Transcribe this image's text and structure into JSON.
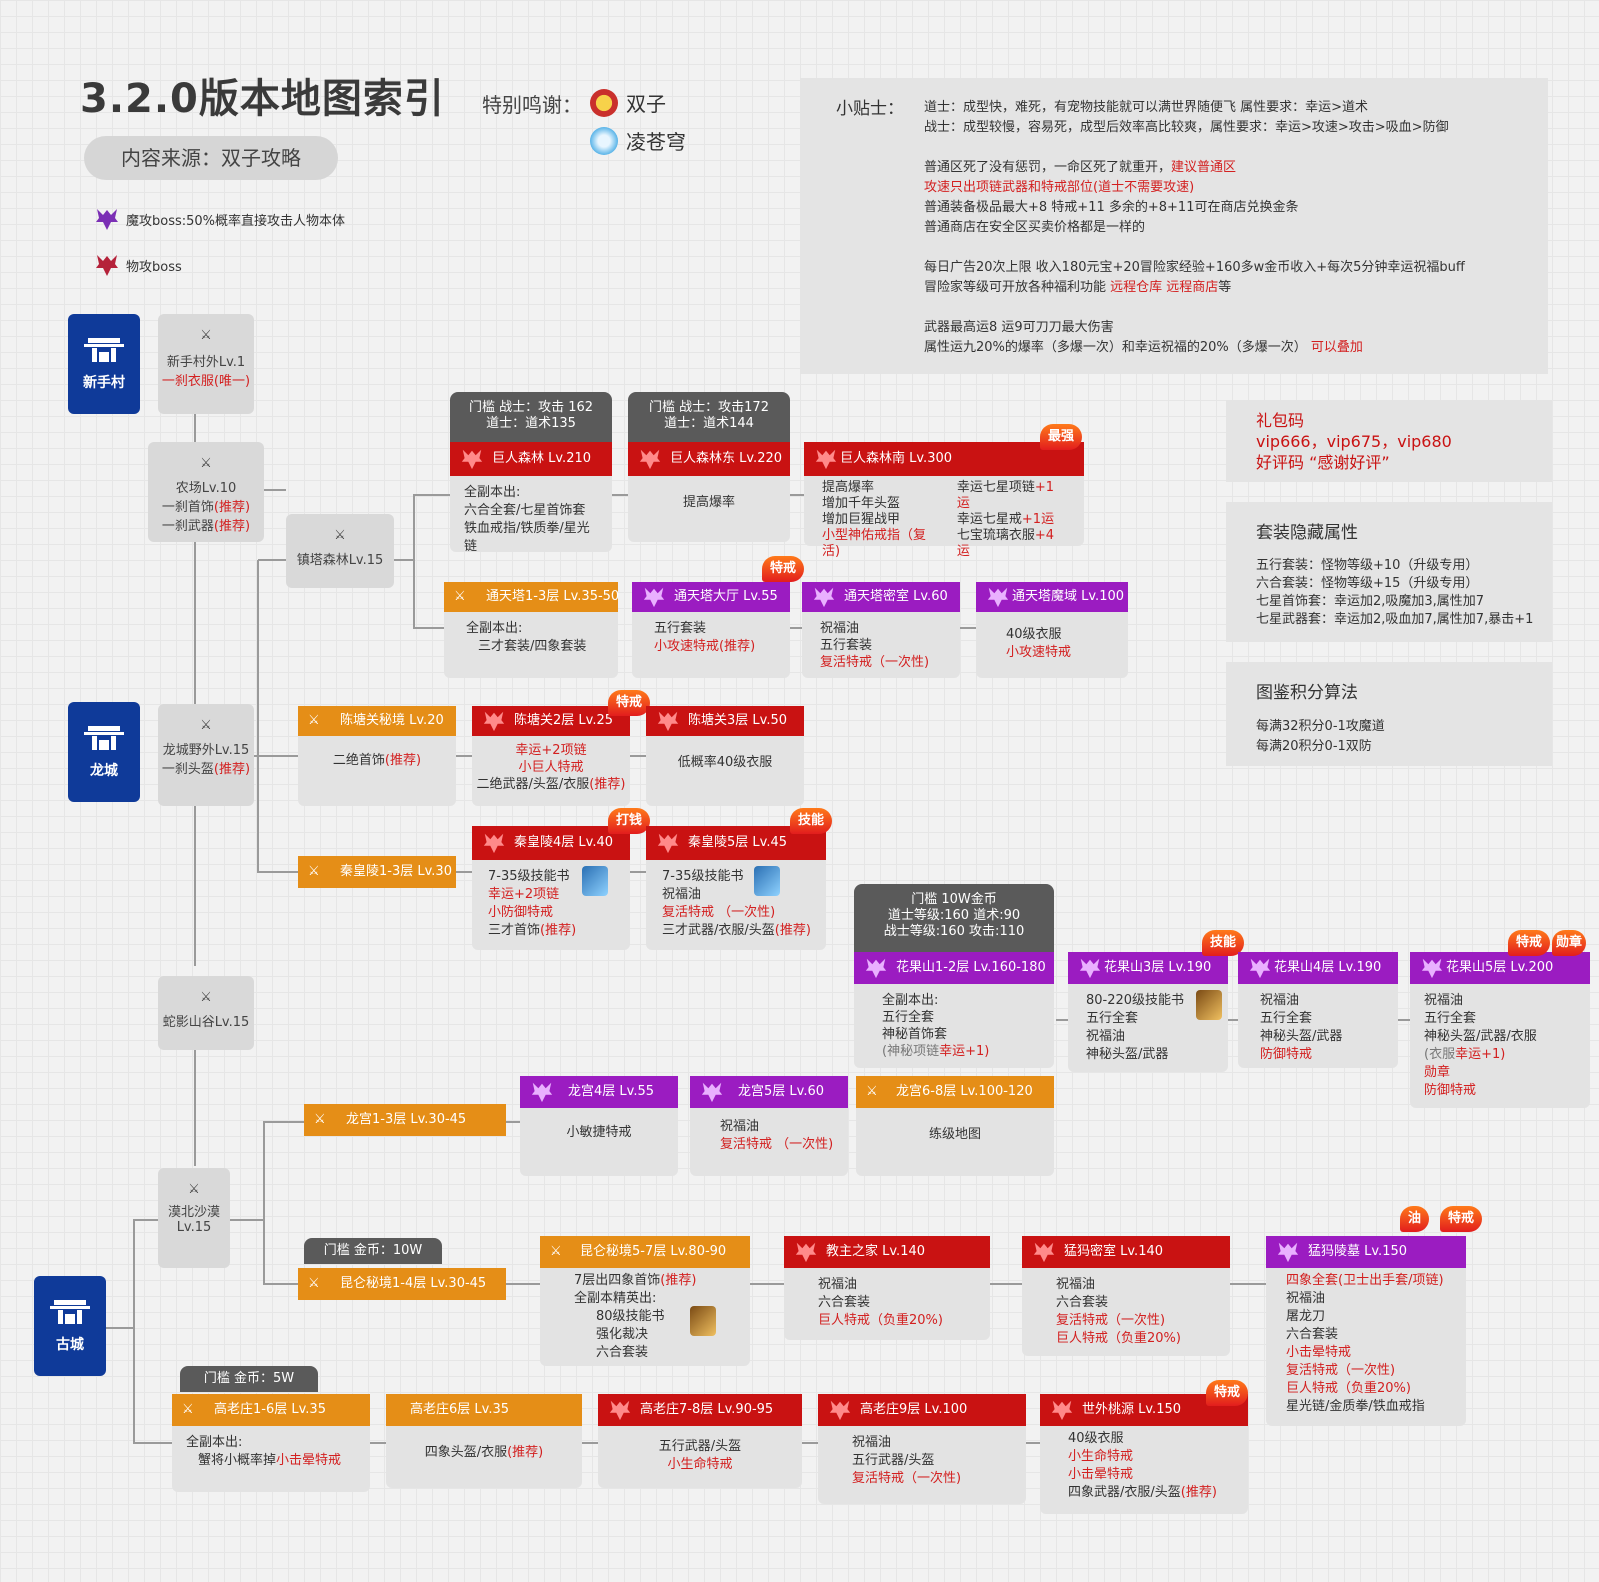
{
  "title": "3.2.0版本地图索引",
  "source": "内容来源：双子攻略",
  "thanks": {
    "label": "特别鸣谢：",
    "names": [
      "双子",
      "凌苍穹"
    ]
  },
  "legend": {
    "magic": "魔攻boss:50%概率直接攻击人物本体",
    "physical": "物攻boss"
  },
  "tips": {
    "label": "小贴士：",
    "l1": "道士：成型快，难死，有宠物技能就可以满世界随便飞 属性要求：幸运>道术",
    "l2": "战士：成型较慢，容易死，成型后效率高比较爽，属性要求：幸运>攻速>攻击>吸血>防御",
    "l3a": "普通区死了没有惩罚，一命区死了就重开，",
    "l3b": "建议普通区",
    "l4": "攻速只出项链武器和特戒部位(道士不需要攻速)",
    "l5": "普通装备极品最大+8 特戒+11  多余的+8+11可在商店兑换金条",
    "l6": "普通商店在安全区买卖价格都是一样的",
    "l7": "每日广告20次上限 收入180元宝+20冒险家经验+160多w金币收入+每次5分钟幸运祝福buff",
    "l8a": "冒险家等级可开放各种福利功能 ",
    "l8b": "远程仓库 远程商店",
    "l8c": "等",
    "l9": "武器最高运8   运9可刀刀最大伤害",
    "l10a": "属性运九20%的爆率（多爆一次）和幸运祝福的20%（多爆一次）  ",
    "l10b": "可以叠加"
  },
  "gift": {
    "l1": "礼包码",
    "l2": "vip666，vip675，vip680",
    "l3": "好评码 “感谢好评”"
  },
  "suit": {
    "title": "套装隐藏属性",
    "l1": "五行套装：怪物等级+10（升级专用）",
    "l2": "六合套装：怪物等级+15（升级专用）",
    "l3": "七星首饰套：幸运加2,吸魔加3,属性加7",
    "l4": "七星武器套：幸运加2,吸血加7,属性加7,暴击+1"
  },
  "score": {
    "title": "图鉴积分算法",
    "l1": "每满32积分0-1攻魔道",
    "l2": "每满20积分0-1双防"
  },
  "towns": {
    "novice": "新手村",
    "dragon": "龙城",
    "old": "古城"
  },
  "fields": {
    "f1": {
      "name": "新手村外Lv.1",
      "note": "一刹衣服(唯一)"
    },
    "f2": {
      "name": "农场Lv.10",
      "l1": "一刹首饰",
      "l2": "一刹武器",
      "rec": "(推荐)"
    },
    "f3": {
      "name": "镇塔森林Lv.15"
    },
    "f4": {
      "name": "龙城野外Lv.15",
      "l1": "一刹头盔",
      "rec": "(推荐)"
    },
    "f5": {
      "name": "蛇影山谷Lv.15"
    },
    "f6": {
      "name1": "漠北沙漠",
      "name2": "Lv.15"
    }
  },
  "gates": {
    "g1": {
      "l1": "门槛 战士：攻击 162",
      "l2": "道士：道术135"
    },
    "g2": {
      "l1": "门槛  战士：攻击172",
      "l2": "道士：道术144"
    },
    "g3": {
      "l1": "门槛  10W金币",
      "l2": "道士等级:160 道术:90",
      "l3": "战士等级:160 攻击:110"
    },
    "g4": "门槛  金币：10W",
    "g5": "门槛  金币：5W"
  },
  "badges": {
    "strongest": "最强",
    "special": "特戒",
    "money": "打钱",
    "skill": "技能",
    "medal": "勋章",
    "oil": "油"
  },
  "cards": {
    "jrsl": {
      "title": "巨人森林 Lv.210",
      "l1": "全副本出:",
      "l2": "六合全套/七星首饰套",
      "l3": "铁血戒指/铁质拳/星光链"
    },
    "jrsld": {
      "title": "巨人森林东 Lv.220",
      "l1": "提高爆率"
    },
    "jrsln": {
      "title": "巨人森林南 Lv.300",
      "a1": "提高爆率",
      "a2": "增加千年头盔",
      "a3": "增加巨猩战甲",
      "a4": "小型神佑戒指（复活)",
      "b1": "幸运七星项链",
      "b1r": "+1运",
      "b2": "幸运七星戒",
      "b2r": "+1运",
      "b3": "七宝琉璃衣服",
      "b3r": "+4运"
    },
    "tt13": {
      "title": "通天塔1-3层 Lv.35-50",
      "l1": "全副本出:",
      "l2": "三才套装/四象套装"
    },
    "ttdt": {
      "title": "通天塔大厅 Lv.55",
      "l1": "五行套装",
      "l2": "小攻速特戒(推荐)"
    },
    "ttmd": {
      "title": "通天塔密室 Lv.60",
      "l1": "祝福油",
      "l2": "五行套装",
      "l3": "复活特戒（一次性)"
    },
    "ttmy": {
      "title": "通天塔魔域 Lv.100",
      "l1": "40级衣服",
      "l2": "小攻速特戒"
    },
    "ctgmj": {
      "title": "陈塘关秘境 Lv.20",
      "l1": "二绝首饰",
      "rec": "(推荐)"
    },
    "ctg2": {
      "title": "陈塘关2层 Lv.25",
      "l1": "幸运+2项链",
      "l2": "小巨人特戒",
      "l3": "二绝武器/头盔/衣服",
      "rec": "(推荐)"
    },
    "ctg3": {
      "title": "陈塘关3层 Lv.50",
      "l1": "低概率40级衣服"
    },
    "qhl13": {
      "title": "秦皇陵1-3层 Lv.30"
    },
    "qhl4": {
      "title": "秦皇陵4层 Lv.40",
      "l1": "7-35级技能书",
      "l2": "幸运+2项链",
      "l3": "小防御特戒",
      "l4": "三才首饰",
      "rec": "(推荐)"
    },
    "qhl5": {
      "title": "秦皇陵5层 Lv.45",
      "l1": "7-35级技能书",
      "l2": "祝福油",
      "l3": "复活特戒 （一次性)",
      "l4": "三才武器/衣服/头盔",
      "rec": "(推荐)"
    },
    "hgs12": {
      "title": "花果山1-2层 Lv.160-180",
      "l1": "全副本出:",
      "l2": "五行全套",
      "l3": "神秘首饰套",
      "l4": "(神秘项链",
      "l4r": "幸运+1)"
    },
    "hgs3": {
      "title": "花果山3层 Lv.190",
      "l1": "80-220级技能书",
      "l2": "五行全套",
      "l3": "祝福油",
      "l4": "神秘头盔/武器"
    },
    "hgs4": {
      "title": "花果山4层 Lv.190",
      "l1": "祝福油",
      "l2": "五行全套",
      "l3": "神秘头盔/武器",
      "l4": "防御特戒"
    },
    "hgs5": {
      "title": "花果山5层 Lv.200",
      "l1": "祝福油",
      "l2": "五行全套",
      "l3": "神秘头盔/武器/衣服",
      "l4": "(衣服",
      "l4r": "幸运+1)",
      "l5": "勋章",
      "l6": "防御特戒"
    },
    "lg4": {
      "title": "龙宫4层 Lv.55",
      "l1": "小敏捷特戒"
    },
    "lg5": {
      "title": "龙宫5层 Lv.60",
      "l1": "祝福油",
      "l2": "复活特戒 （一次性)"
    },
    "lg68": {
      "title": "龙宫6-8层 Lv.100-120",
      "l1": "练级地图"
    },
    "lg13": {
      "title": "龙宫1-3层 Lv.30-45"
    },
    "kl14": {
      "title": "昆仑秘境1-4层 Lv.30-45"
    },
    "kl57": {
      "title": "昆仑秘境5-7层 Lv.80-90",
      "l1": "7层出四象首饰",
      "l1r": "(推荐)",
      "l2": "全副本精英出:",
      "l3": "80级技能书",
      "l4": "强化裁决",
      "l5": "六合套装"
    },
    "jzzj": {
      "title": "教主之家 Lv.140",
      "l1": "祝福油",
      "l2": "六合套装",
      "l3": "巨人特戒（负重20%)"
    },
    "mmms": {
      "title": "猛犸密室 Lv.140",
      "l1": "祝福油",
      "l2": "六合套装",
      "l3": "复活特戒（一次性)",
      "l4": "巨人特戒（负重20%)"
    },
    "mmlm": {
      "title": "猛犸陵墓 Lv.150",
      "l1": "四象全套(卫士出手套/项链)",
      "l2": "祝福油",
      "l3": "屠龙刀",
      "l4": "六合套装",
      "l5": "小击晕特戒",
      "l6": "复活特戒（一次性)",
      "l7": "巨人特戒（负重20%)",
      "l8": "星光链/金质拳/铁血戒指"
    },
    "glz16": {
      "title": "高老庄1-6层 Lv.35",
      "l1": "全副本出:",
      "l2": "蟹将小概率掉",
      "l2r": "小击晕特戒"
    },
    "glz6": {
      "title": "高老庄6层 Lv.35",
      "l1": "四象头盔/衣服",
      "rec": "(推荐)"
    },
    "glz78": {
      "title": "高老庄7-8层 Lv.90-95",
      "l1": "五行武器/头盔",
      "l2": "小生命特戒"
    },
    "glz9": {
      "title": "高老庄9层 Lv.100",
      "l1": "祝福油",
      "l2": "五行武器/头盔",
      "l3": "复活特戒（一次性)"
    },
    "swty": {
      "title": "世外桃源 Lv.150",
      "l1": "40级衣服",
      "l2": "小生命特戒",
      "l3": "小击晕特戒",
      "l4": "四象武器/衣服/头盔",
      "rec": "(推荐)"
    }
  },
  "colors": {
    "town": "#0f3a99",
    "red_header": "#c91212",
    "purple_header": "#9b1cc1",
    "orange_header": "#e58e17",
    "gate": "#5a5a5a",
    "highlight_text": "#d32020"
  }
}
